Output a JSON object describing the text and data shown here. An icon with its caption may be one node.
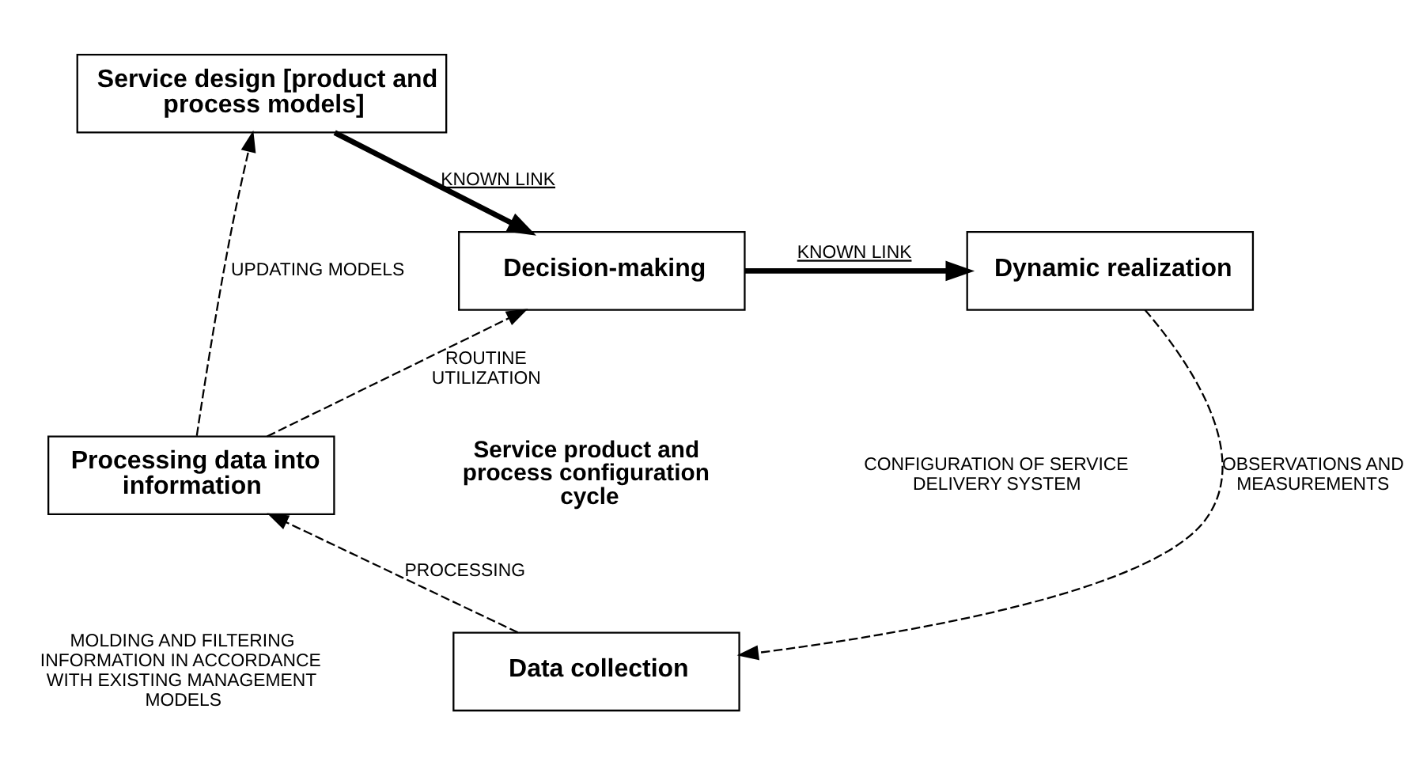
{
  "diagram": {
    "nodes": [
      {
        "text": [
          "Service design [product and process models]"
        ]
      },
      {
        "text": [
          "Decision-making"
        ]
      },
      {
        "text": [
          "Dynamic realization"
        ]
      },
      {
        "text": [
          "Data collection"
        ]
      },
      {
        "text": [
          "Processing data into information"
        ]
      }
    ],
    "edges": [
      {
        "from": 0,
        "to": 1,
        "arrow": "to",
        "style": "thick",
        "label": "KNOWN LINK"
      },
      {
        "from": 1,
        "to": 2,
        "arrow": "to",
        "style": "thick",
        "label": "KNOWN LINK"
      },
      {
        "from": 2,
        "to": 3,
        "arrow": "to",
        "style": "dashed",
        "label": "OBSERVATIONS AND MEASUREMENTS"
      },
      {
        "from": 3,
        "to": 4,
        "arrow": "to",
        "style": "dashed",
        "label": "PROCESSING"
      },
      {
        "from": 4,
        "to": 0,
        "arrow": "to",
        "style": "dashed",
        "label": "UPDATING MODELS"
      },
      {
        "from": 4,
        "to": 1,
        "arrow": "to",
        "style": "dashed",
        "label": "ROUTINE UTILIZATION"
      }
    ],
    "labels": [
      "CONFIGURATION OF SERVICE DELIVERY SYSTEM",
      "MOLDING AND FILTERING INFORMATION IN ACCORDANCE WITH EXISTING MANAGEMENT MODELS",
      "Service product and process configuration cycle"
    ]
  }
}
